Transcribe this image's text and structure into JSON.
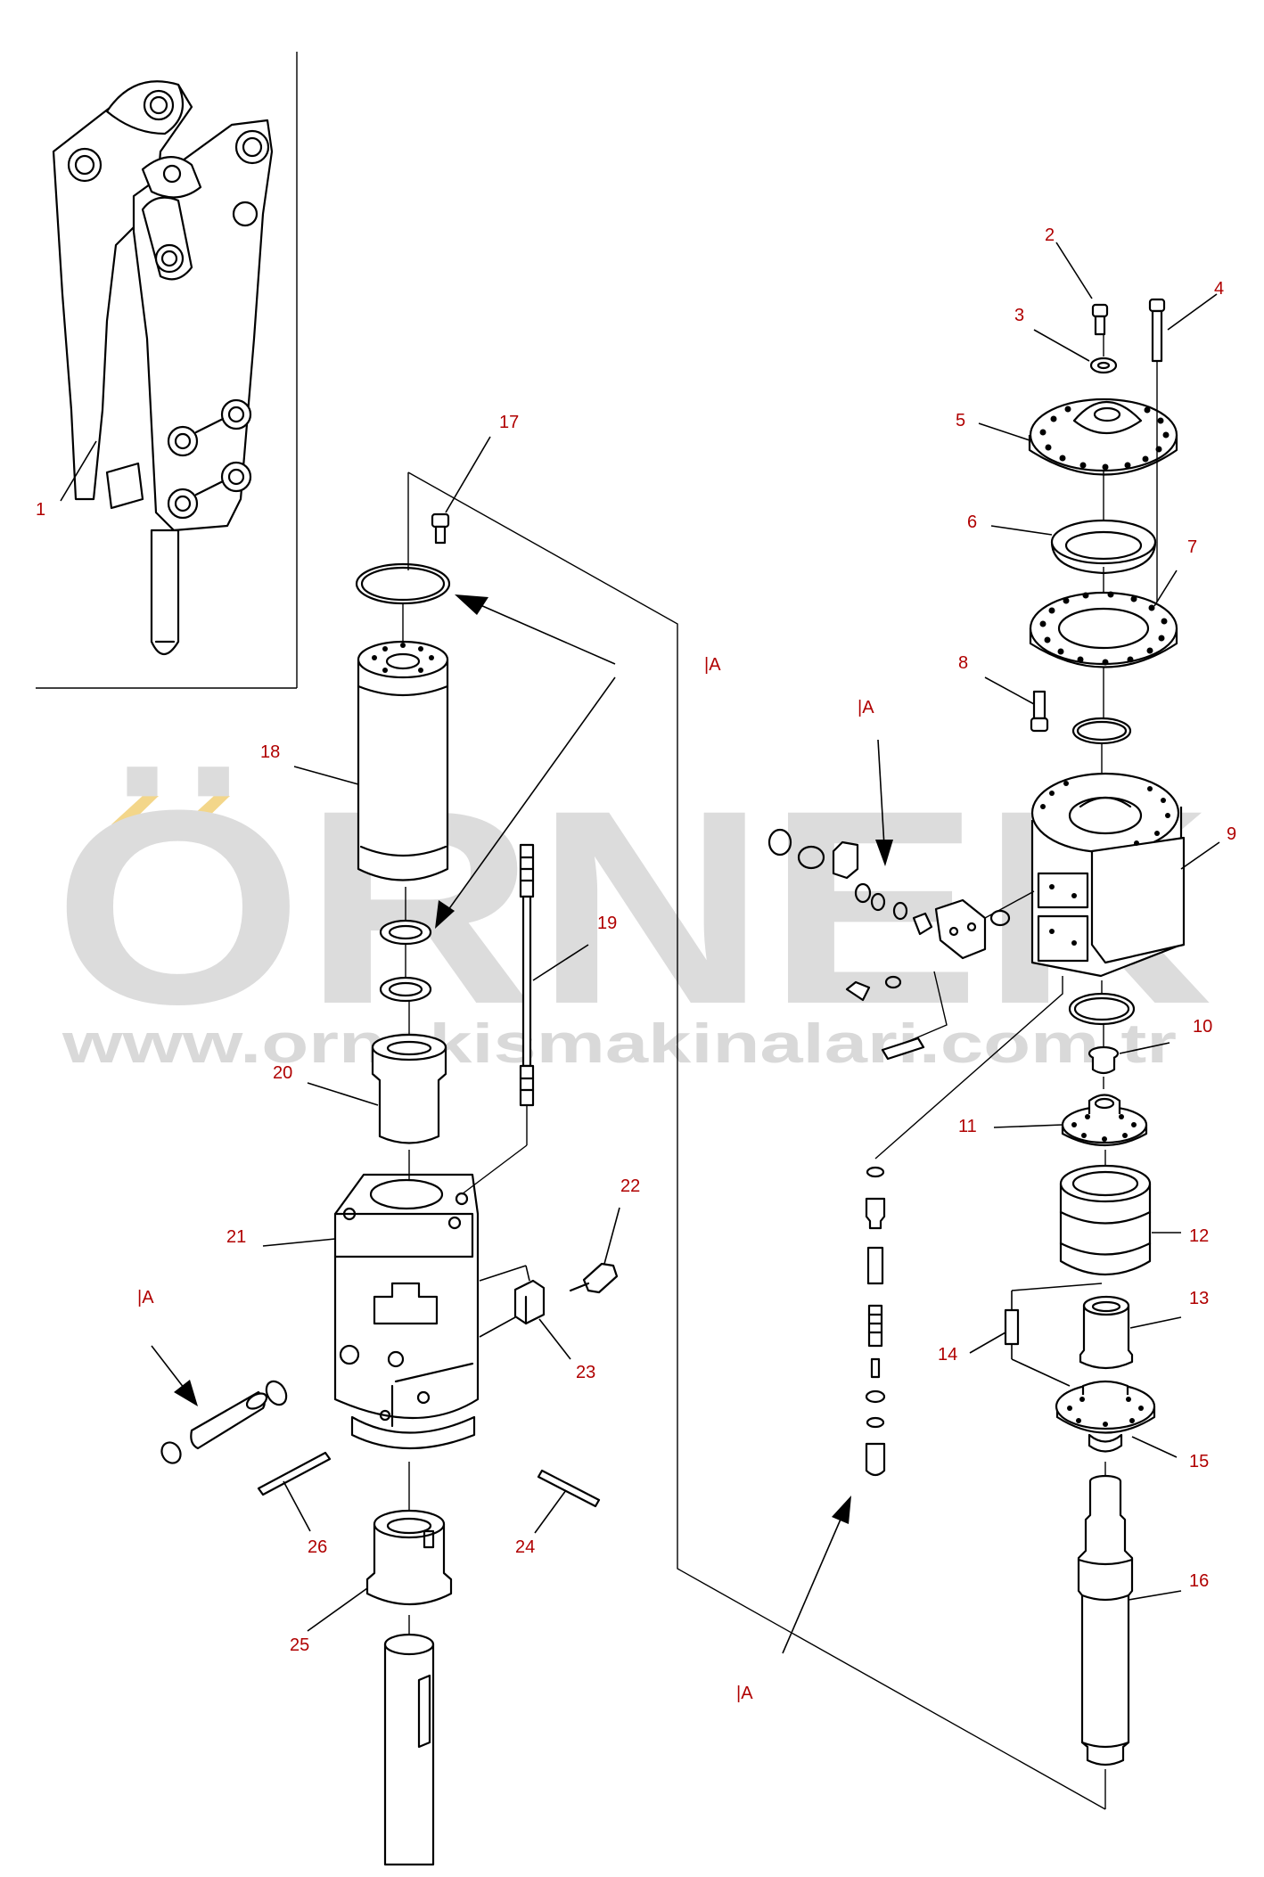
{
  "watermark": {
    "brand": "ÖRNEK",
    "url": "www.ornekismakinalari.com.tr",
    "accent_color": "#f3d68a",
    "text_color": "#dcdcdc"
  },
  "diagram": {
    "callouts": [
      "1",
      "2",
      "3",
      "4",
      "5",
      "6",
      "7",
      "8",
      "9",
      "10",
      "11",
      "12",
      "13",
      "14",
      "15",
      "16",
      "17",
      "18",
      "19",
      "20",
      "21",
      "22",
      "23",
      "24",
      "25",
      "26"
    ],
    "reference_tag": "|A"
  }
}
